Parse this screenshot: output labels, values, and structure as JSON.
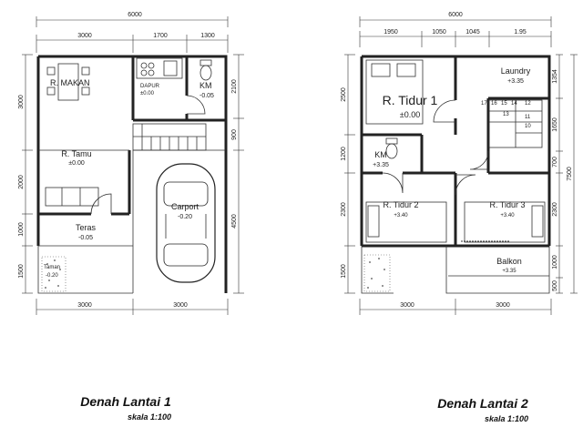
{
  "plan1": {
    "top_total": "6000",
    "top_dims": [
      "3000",
      "1700",
      "1300"
    ],
    "bottom_dims": [
      "3000",
      "3000"
    ],
    "left_dims": [
      "3000",
      "2000",
      "1000",
      "1500"
    ],
    "right_dims": [
      "2100",
      "900",
      "4500"
    ],
    "rooms": {
      "makan": "R. MAKAN",
      "dapur": "DAPUR",
      "dapur_elev": "±0.00",
      "km": "KM",
      "km_elev": "-0.05",
      "tamu": "R. Tamu",
      "tamu_elev": "±0.00",
      "carport": "Carport",
      "carport_elev": "-0.20",
      "teras": "Teras",
      "teras_elev": "-0.05",
      "taman": "Taman",
      "taman_elev": "-0.20"
    },
    "title": "Denah Lantai 1",
    "scale": "skala 1:100"
  },
  "plan2": {
    "top_total": "6000",
    "top_dims": [
      "1950",
      "1050",
      "1045",
      "1.95"
    ],
    "bottom_dims": [
      "3000",
      "3000"
    ],
    "left_dims": [
      "2500",
      "1200",
      "2300",
      "1500"
    ],
    "right_dims": [
      "1354",
      "1650",
      "700",
      "2300",
      "1000",
      "500"
    ],
    "right_total": "7500",
    "rooms": {
      "tidur1": "R. Tidur 1",
      "tidur1_elev": "±0.00",
      "laundry": "Laundry",
      "laundry_elev": "+3.35",
      "km": "KM",
      "km_elev": "+3.35",
      "tidur2": "R. Tidur 2",
      "tidur2_elev": "+3.40",
      "tidur3": "R. Tidur 3",
      "tidur3_elev": "+3.40",
      "balkon": "Balkon",
      "balkon_elev": "+3.35"
    },
    "stair_numbers": [
      "17",
      "16",
      "15",
      "14",
      "13",
      "12",
      "11",
      "10"
    ],
    "title": "Denah Lantai 2",
    "scale": "skala 1:100"
  }
}
